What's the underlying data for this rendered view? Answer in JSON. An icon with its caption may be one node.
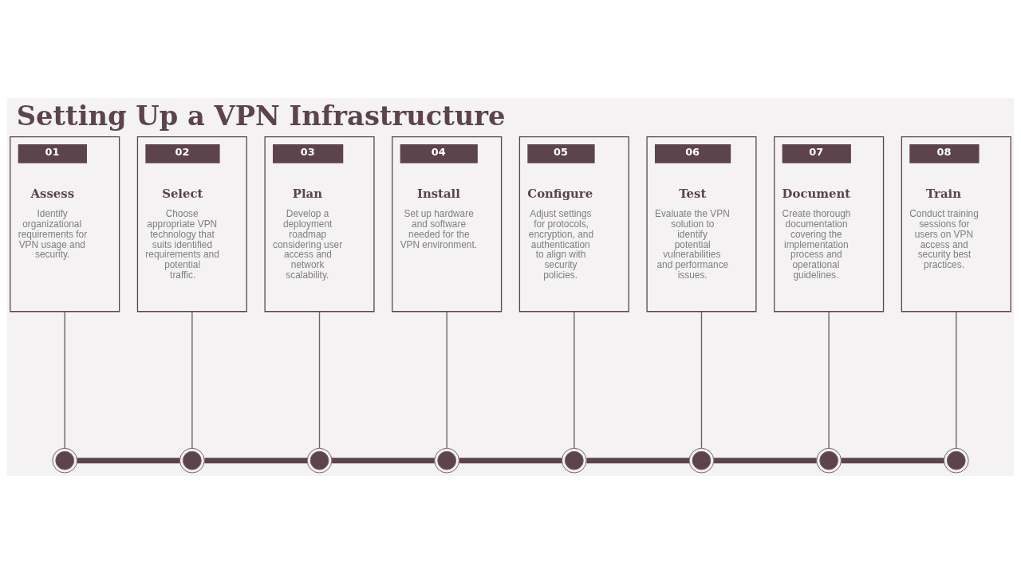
{
  "diagram": {
    "title": "Setting Up a VPN Infrastructure",
    "nodes": [
      {
        "text": [
          "01",
          "Assess",
          "Identify organizational requirements for VPN usage and security."
        ]
      },
      {
        "text": [
          "02",
          "Select",
          "Choose appropriate VPN technology that suits identified requirements and potential traffic."
        ]
      },
      {
        "text": [
          "03",
          "Plan",
          "Develop a deployment roadmap considering user access and network scalability."
        ]
      },
      {
        "text": [
          "04",
          "Install",
          "Set up hardware and software needed for the VPN environment."
        ]
      },
      {
        "text": [
          "05",
          "Configure",
          "Adjust settings for protocols, encryption, and authentication to align with security policies."
        ]
      },
      {
        "text": [
          "06",
          "Test",
          "Evaluate the VPN solution to identify potential vulnerabilities and performance issues."
        ]
      },
      {
        "text": [
          "07",
          "Document",
          "Create thorough documentation covering the implementation process and operational guidelines."
        ]
      },
      {
        "text": [
          "08",
          "Train",
          "Conduct training sessions for users on VPN access and security best practices."
        ]
      },
      {
        "text": [],
        "shape": "circle"
      },
      {
        "text": [],
        "shape": "circle"
      },
      {
        "text": [],
        "shape": "circle"
      },
      {
        "text": [],
        "shape": "circle"
      },
      {
        "text": [],
        "shape": "circle"
      },
      {
        "text": [],
        "shape": "circle"
      },
      {
        "text": [],
        "shape": "circle"
      },
      {
        "text": [],
        "shape": "circle"
      }
    ],
    "edges": [
      {
        "from": 0,
        "to": 8,
        "arrow": "none"
      },
      {
        "from": 1,
        "to": 9,
        "arrow": "none"
      },
      {
        "from": 2,
        "to": 10,
        "arrow": "none"
      },
      {
        "from": 3,
        "to": 11,
        "arrow": "none"
      },
      {
        "from": 4,
        "to": 12,
        "arrow": "none"
      },
      {
        "from": 5,
        "to": 13,
        "arrow": "none"
      },
      {
        "from": 6,
        "to": 14,
        "arrow": "none"
      },
      {
        "from": 7,
        "to": 15,
        "arrow": "none"
      },
      {
        "from": 8,
        "to": 9,
        "arrow": "none",
        "style": "thick"
      },
      {
        "from": 9,
        "to": 10,
        "arrow": "none",
        "style": "thick"
      },
      {
        "from": 10,
        "to": 11,
        "arrow": "none",
        "style": "thick"
      },
      {
        "from": 11,
        "to": 12,
        "arrow": "none",
        "style": "thick"
      },
      {
        "from": 12,
        "to": 13,
        "arrow": "none",
        "style": "thick"
      },
      {
        "from": 13,
        "to": 14,
        "arrow": "none",
        "style": "thick"
      },
      {
        "from": 14,
        "to": 15,
        "arrow": "none",
        "style": "thick"
      }
    ]
  }
}
